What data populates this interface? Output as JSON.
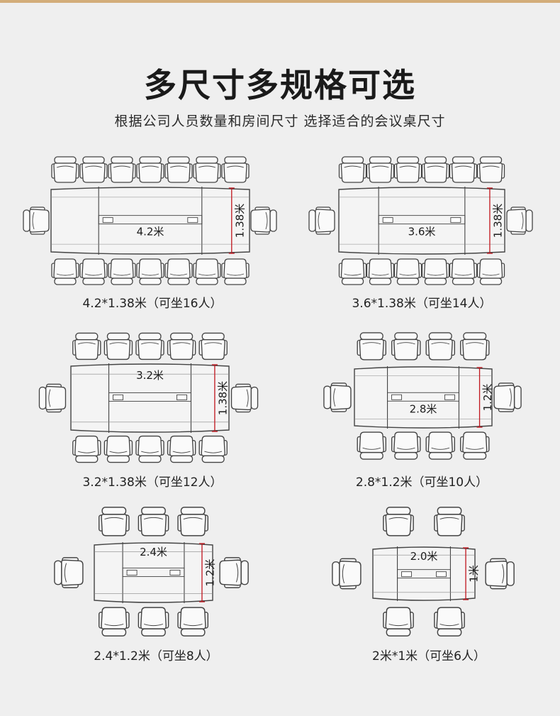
{
  "header": {
    "title": "多尺寸多规格可选",
    "subtitle": "根据公司人员数量和房间尺寸 选择适合的会议桌尺寸"
  },
  "colors": {
    "accent": "#d3ad7a",
    "dimension_line": "#c0141c",
    "outline": "#444444"
  },
  "layouts": [
    {
      "length_label": "4.2米",
      "width_label": "1.38米",
      "caption": "4.2*1.38米（可坐16人）",
      "chairs_per_side": 7,
      "end_chairs": 1
    },
    {
      "length_label": "3.6米",
      "width_label": "1.38米",
      "caption": "3.6*1.38米（可坐14人）",
      "chairs_per_side": 6,
      "end_chairs": 1
    },
    {
      "length_label": "3.2米",
      "width_label": "1.38米",
      "caption": "3.2*1.38米（可坐12人）",
      "chairs_per_side": 5,
      "end_chairs": 1
    },
    {
      "length_label": "2.8米",
      "width_label": "1.2米",
      "caption": "2.8*1.2米（可坐10人）",
      "chairs_per_side": 4,
      "end_chairs": 1
    },
    {
      "length_label": "2.4米",
      "width_label": "1.2米",
      "caption": "2.4*1.2米（可坐8人）",
      "chairs_per_side": 3,
      "end_chairs": 1
    },
    {
      "length_label": "2.0米",
      "width_label": "1米",
      "caption": "2米*1米（可坐6人）",
      "chairs_per_side": 2,
      "end_chairs": 1
    }
  ]
}
